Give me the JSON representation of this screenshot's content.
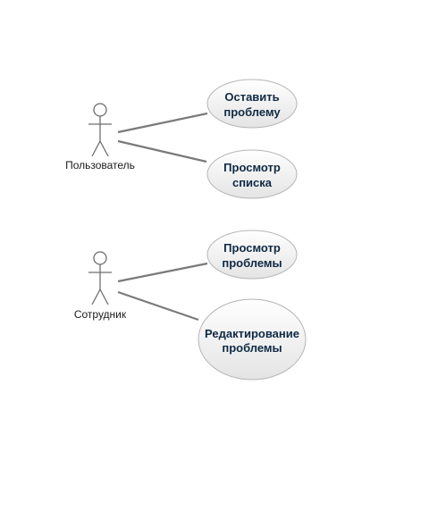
{
  "actors": [
    {
      "id": "user",
      "label": "Пользователь"
    },
    {
      "id": "employee",
      "label": "Сотрудник"
    }
  ],
  "use_cases": [
    {
      "id": "leave-problem",
      "lines": [
        "Оставить",
        "проблему"
      ]
    },
    {
      "id": "view-list",
      "lines": [
        "Просмотр",
        "списка"
      ]
    },
    {
      "id": "view-problem",
      "lines": [
        "Просмотр",
        "проблемы"
      ]
    },
    {
      "id": "edit-problem",
      "lines": [
        "Редактирование",
        "проблемы"
      ]
    }
  ],
  "associations": [
    {
      "actor": "user",
      "use_case": "leave-problem"
    },
    {
      "actor": "user",
      "use_case": "view-list"
    },
    {
      "actor": "employee",
      "use_case": "view-problem"
    },
    {
      "actor": "employee",
      "use_case": "edit-problem"
    }
  ]
}
